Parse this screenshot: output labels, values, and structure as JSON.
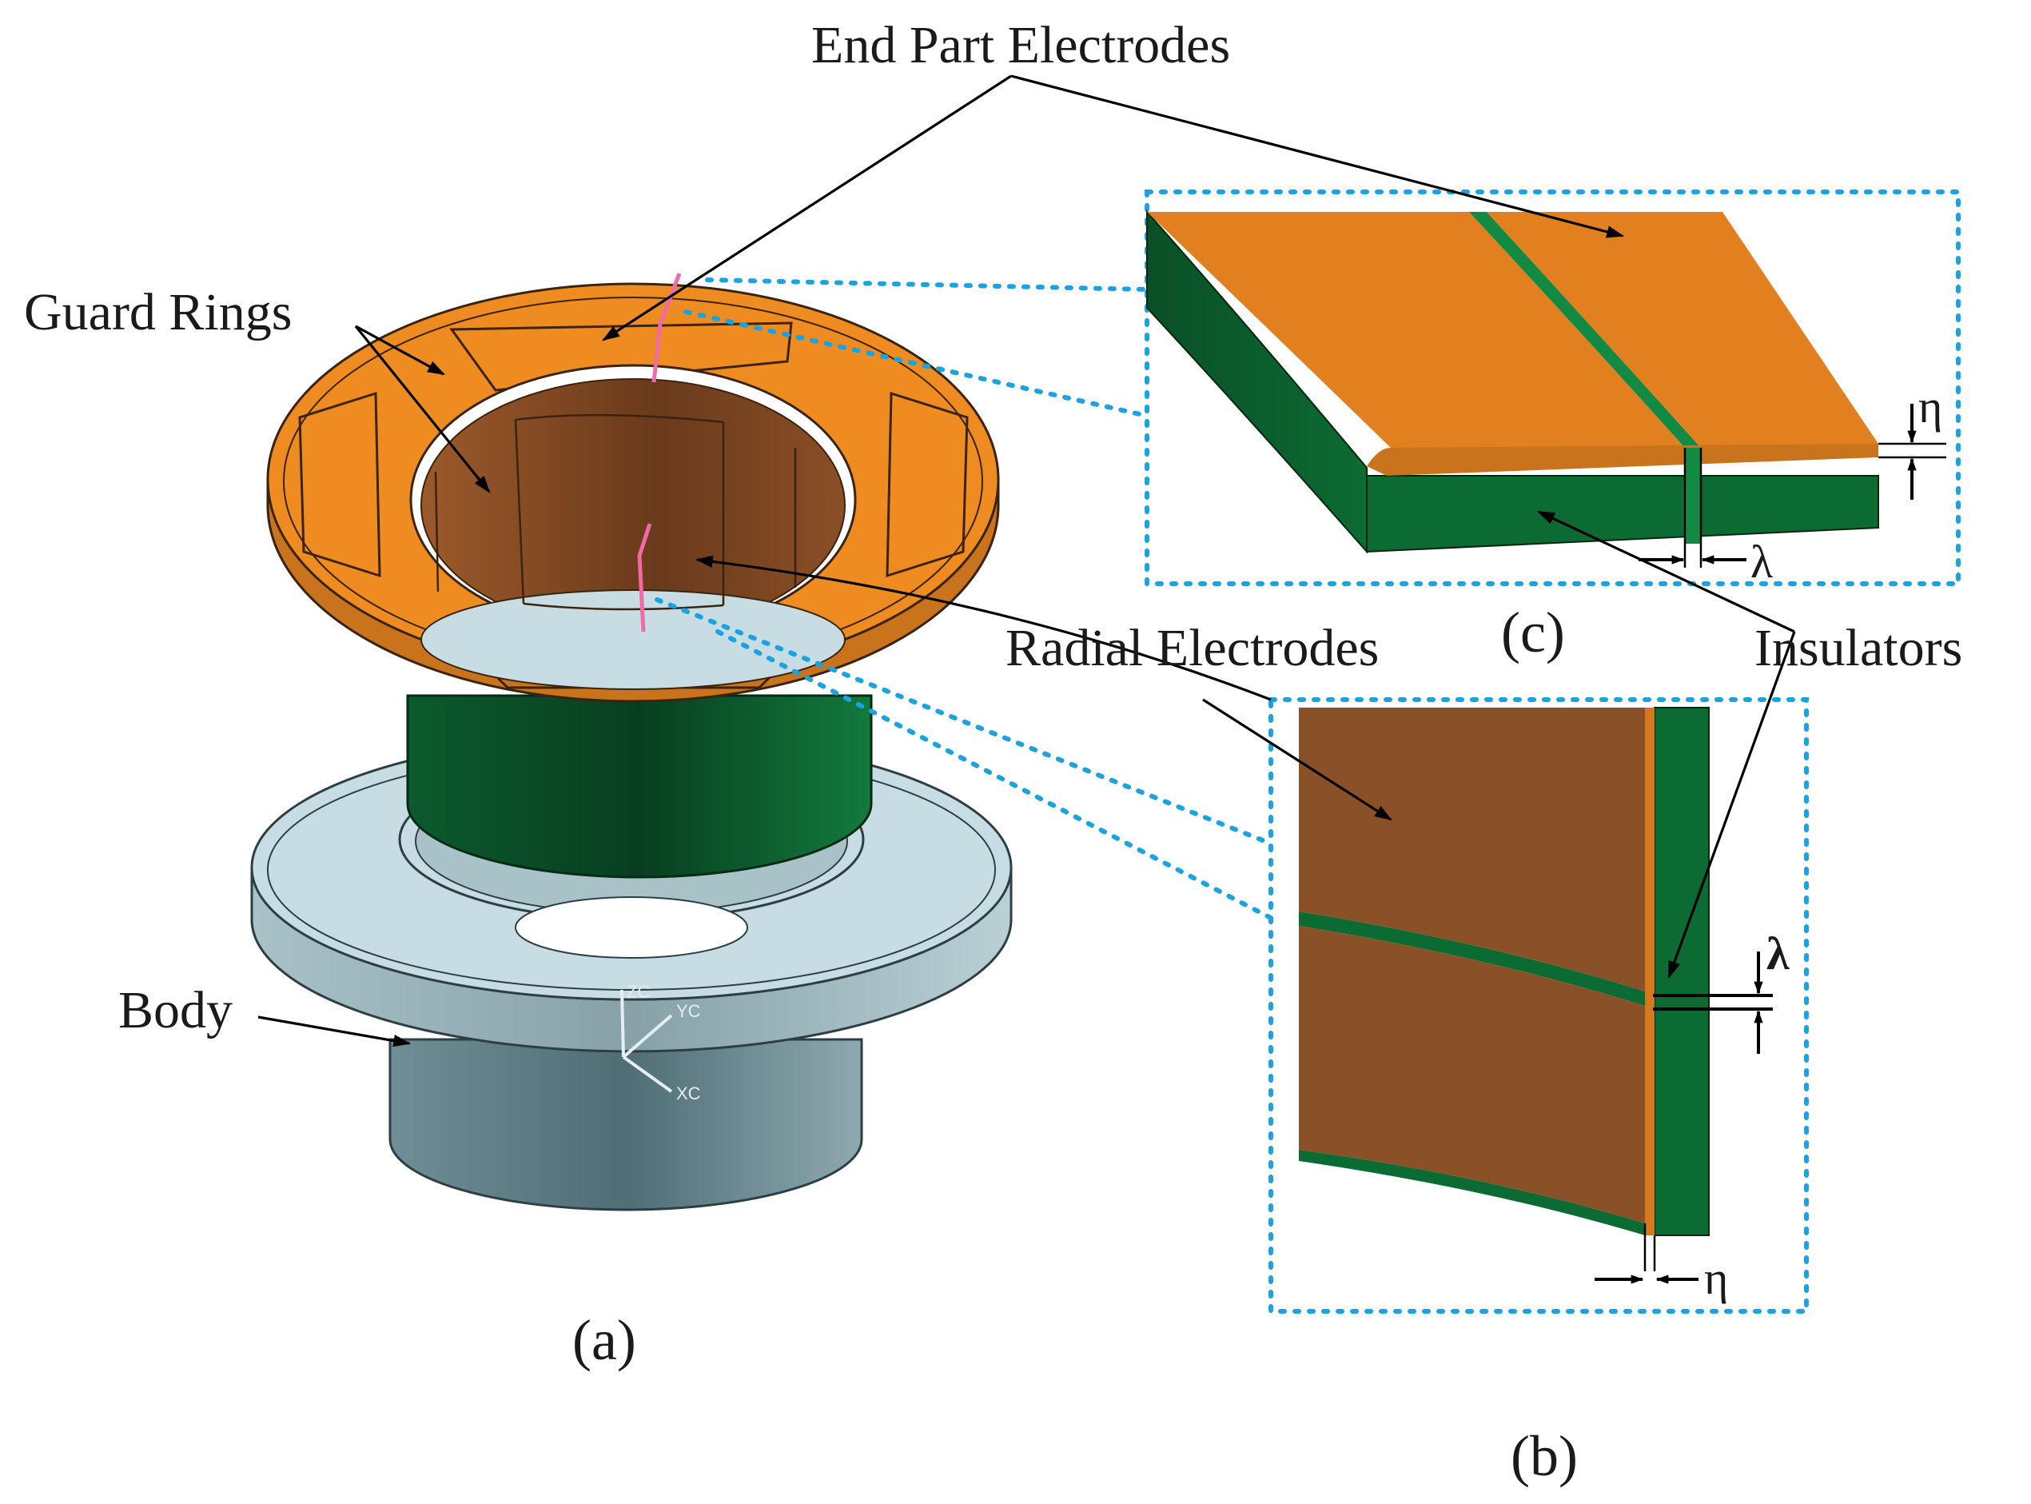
{
  "labels": {
    "end_part_electrodes": "End Part Electrodes",
    "guard_rings": "Guard Rings",
    "radial_electrodes": "Radial Electrodes",
    "insulators": "Insulators",
    "body": "Body",
    "panel_a": "(a)",
    "panel_b": "(b)",
    "panel_c": "(c)",
    "eta_c": "η",
    "lambda_c": "λ",
    "lambda_b": "λ",
    "eta_b": "η"
  },
  "axis_triad": {
    "z": "ZC",
    "y": "YC",
    "x": "XC"
  },
  "colors": {
    "electrode_orange": "#ee8c22",
    "electrode_orange_side": "#c9741c",
    "radial_brown": "#8a5028",
    "insulator_green": "#0c6b32",
    "insulator_green_dark": "#0a4f27",
    "body_light": "#c8dde3",
    "body_dark": "#5c7c84",
    "zoom_dots": "#1aa3e0",
    "marker_pink": "#f06aa8"
  }
}
